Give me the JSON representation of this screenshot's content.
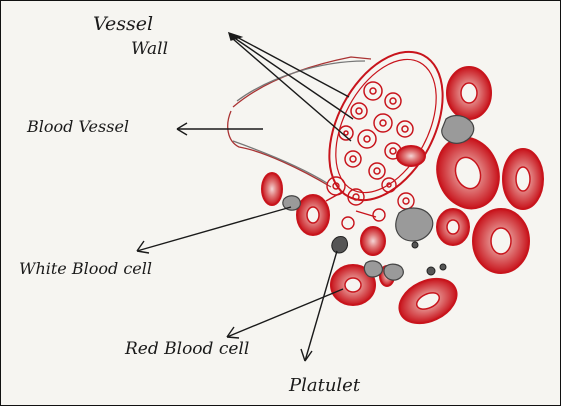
{
  "labels": {
    "vessel_wall_line1": "Vessel",
    "vessel_wall_line2": "Wall",
    "blood_vessel": "Blood Vessel",
    "white_blood_cell": "White Blood cell",
    "red_blood_cell": "Red Blood cell",
    "platelet": "Platulet"
  },
  "colors": {
    "paper": "#f6f5f1",
    "ink": "#1a1a1a",
    "red_ink": "#c8141c",
    "grey_ink": "#555555"
  }
}
